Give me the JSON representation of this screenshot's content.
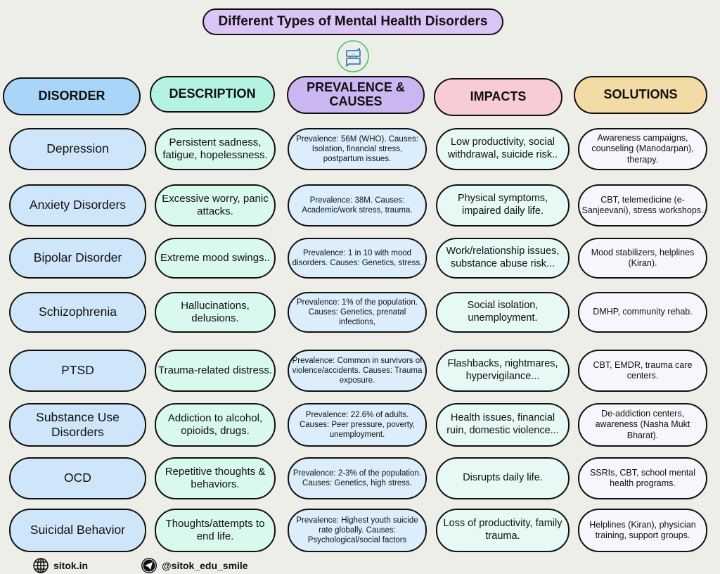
{
  "title": "Different Types of Mental Health Disorders",
  "logo_icon": "chat-bubbles-logo",
  "headers": [
    {
      "label": "DISORDER",
      "color": "#a9d6f8"
    },
    {
      "label": "DESCRIPTION",
      "color": "#b4f2e2"
    },
    {
      "label": "PREVALENCE &\nCAUSES",
      "color": "#ccb6f2"
    },
    {
      "label": "IMPACTS",
      "color": "#f7ccd4"
    },
    {
      "label": "SOLUTIONS",
      "color": "#f3dba5"
    }
  ],
  "cell_colors": [
    "#cfe6fa",
    "#d9f8ee",
    "#dceefc",
    "#e6f9f4",
    "#f6f6fc"
  ],
  "rows": [
    [
      "Depression",
      "Persistent sadness, fatigue, hopelessness.",
      "Prevalence: 56M (WHO). Causes: Isolation, financial stress, postpartum issues.",
      "Low productivity, social withdrawal, suicide risk..",
      "Awareness campaigns, counseling (Manodarpan), therapy."
    ],
    [
      "Anxiety Disorders",
      "Excessive worry, panic attacks.",
      "Prevalence: 38M. Causes: Academic/work stress, trauma.",
      "Physical symptoms, impaired daily life.",
      "CBT, telemedicine (e-Sanjeevani), stress workshops."
    ],
    [
      "Bipolar Disorder",
      "Extreme mood swings..",
      "Prevalence: 1 in 10 with mood disorders. Causes: Genetics, stress.",
      "Work/relationship issues, substance abuse risk...",
      "Mood stabilizers, helplines (Kiran)."
    ],
    [
      "Schizophrenia",
      "Hallucinations, delusions.",
      "Prevalence: 1% of the population. Causes: Genetics, prenatal infections,",
      "Social isolation, unemployment.",
      "DMHP, community rehab."
    ],
    [
      "PTSD",
      "Trauma-related distress.",
      "Prevalence: Common in survivors of violence/accidents. Causes: Trauma exposure.",
      "Flashbacks, nightmares, hypervigilance...",
      "CBT, EMDR, trauma care centers."
    ],
    [
      "Substance Use Disorders",
      "Addiction to alcohol, opioids, drugs.",
      "Prevalence: 22.6% of adults. Causes: Peer pressure, poverty, unemployment.",
      "Health issues, financial ruin, domestic violence...",
      "De-addiction centers, awareness (Nasha Mukt Bharat)."
    ],
    [
      "OCD",
      "Repetitive thoughts & behaviors.",
      "Prevalence: 2-3% of the population. Causes: Genetics, high stress.",
      "Disrupts daily life.",
      "SSRIs, CBT, school mental health programs."
    ],
    [
      "Suicidal Behavior",
      "Thoughts/attempts to end life.",
      "Prevalence: Highest youth suicide rate globally. Causes: Psychological/social factors",
      "Loss of productivity, family trauma.",
      "Helplines (Kiran), physician training, support groups."
    ]
  ],
  "footer": {
    "website": "sitok.in",
    "website_icon": "globe-icon",
    "handle": "@sitok_edu_smile",
    "handle_icon": "telegram-icon"
  }
}
